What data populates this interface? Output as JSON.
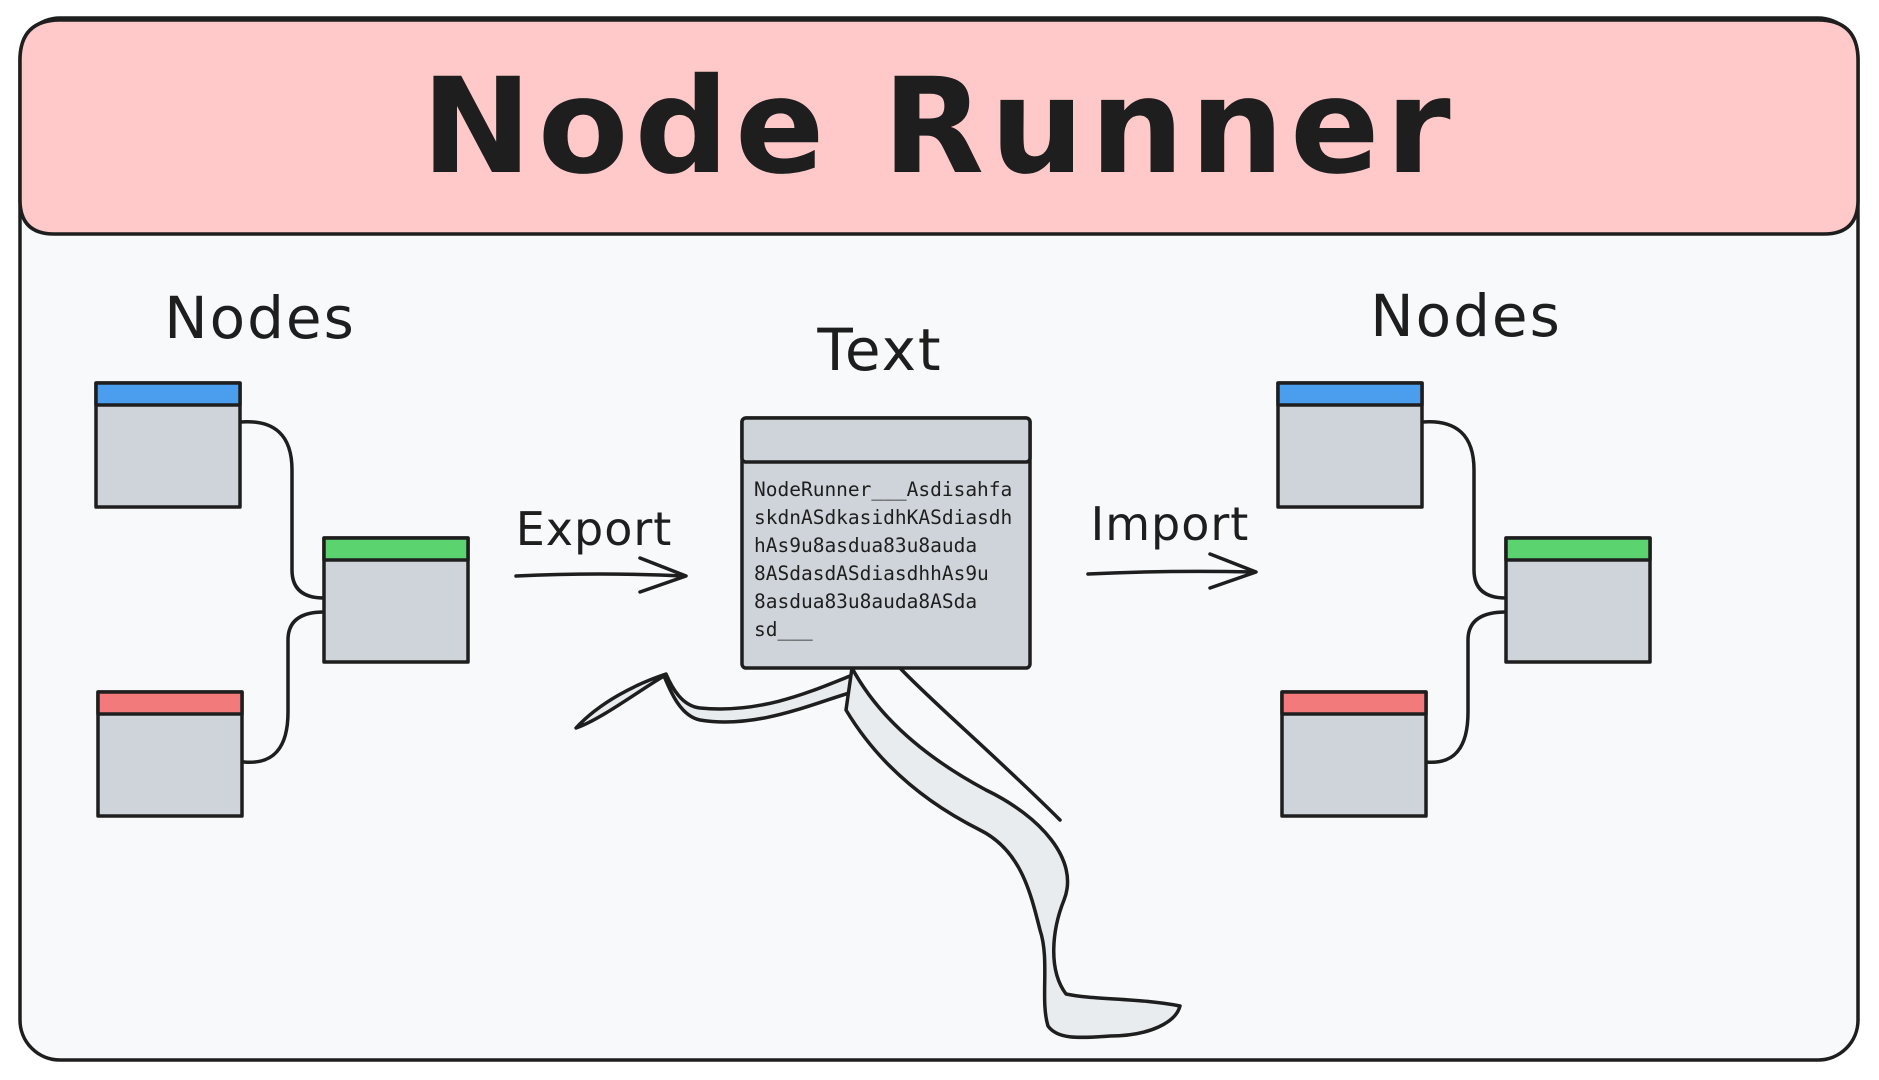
{
  "title": "Node Runner",
  "left_group": {
    "label": "Nodes",
    "nodes": [
      {
        "name": "node-blue",
        "header_color": "#4a9eed"
      },
      {
        "name": "node-green",
        "header_color": "#5bd36e"
      },
      {
        "name": "node-red",
        "header_color": "#f27a7a"
      }
    ]
  },
  "center": {
    "label": "Text",
    "lines": [
      "NodeRunner___Asdisahfa",
      "skdnASdkasidhKASdiasdh",
      "hAs9u8asdua83u8auda",
      "8ASdasdASdiasdhhAs9u",
      "8asdua83u8auda8ASda",
      "sd___"
    ]
  },
  "right_group": {
    "label": "Nodes",
    "nodes": [
      {
        "name": "node-blue",
        "header_color": "#4a9eed"
      },
      {
        "name": "node-green",
        "header_color": "#5bd36e"
      },
      {
        "name": "node-red",
        "header_color": "#f27a7a"
      }
    ]
  },
  "arrows": {
    "export_label": "Export",
    "import_label": "Import"
  },
  "colors": {
    "title_bar": "#ffc9c9",
    "canvas": "#f8f9fa",
    "node_body": "#ced4da",
    "stroke": "#1e1e1e",
    "legs": "#e9ecef"
  }
}
